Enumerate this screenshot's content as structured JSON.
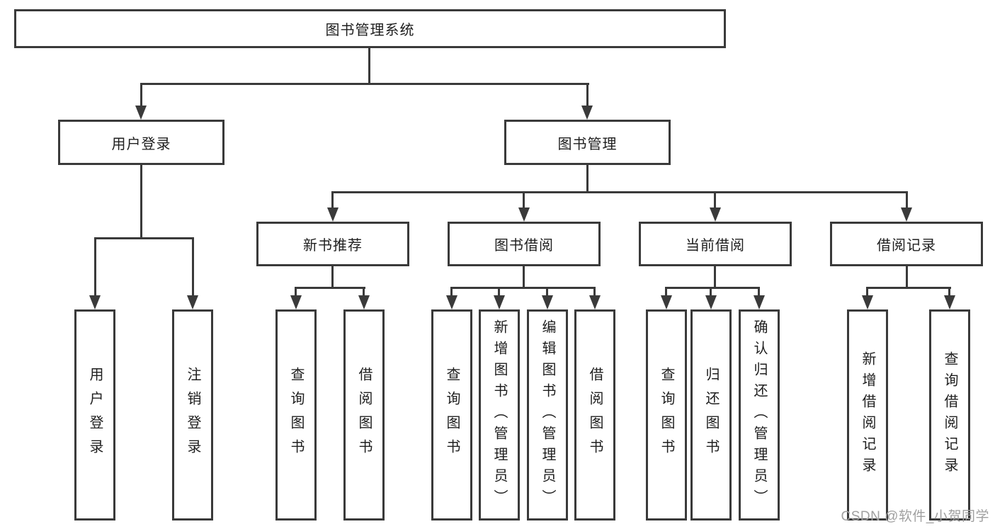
{
  "colors": {
    "line": "#3a3a3a",
    "text": "#1e1e1e",
    "watermark": "#a0a0a0",
    "background": "#ffffff"
  },
  "tree": {
    "label": "图书管理系统",
    "children": [
      {
        "label": "用户登录",
        "children": [
          {
            "label": "用户登录"
          },
          {
            "label": "注销登录"
          }
        ]
      },
      {
        "label": "图书管理",
        "children": [
          {
            "label": "新书推荐",
            "children": [
              {
                "label": "查询图书"
              },
              {
                "label": "借阅图书"
              }
            ]
          },
          {
            "label": "图书借阅",
            "children": [
              {
                "label": "查询图书"
              },
              {
                "label": "新增图书（管理员）"
              },
              {
                "label": "编辑图书（管理员）"
              },
              {
                "label": "借阅图书"
              }
            ]
          },
          {
            "label": "当前借阅",
            "children": [
              {
                "label": "查询图书"
              },
              {
                "label": "归还图书"
              },
              {
                "label": "确认归还（管理员）"
              }
            ]
          },
          {
            "label": "借阅记录",
            "children": [
              {
                "label": "新增借阅记录"
              },
              {
                "label": "查询借阅记录"
              }
            ]
          }
        ]
      }
    ]
  },
  "watermark": {
    "text": "CSDN @软件_小贺同学"
  }
}
